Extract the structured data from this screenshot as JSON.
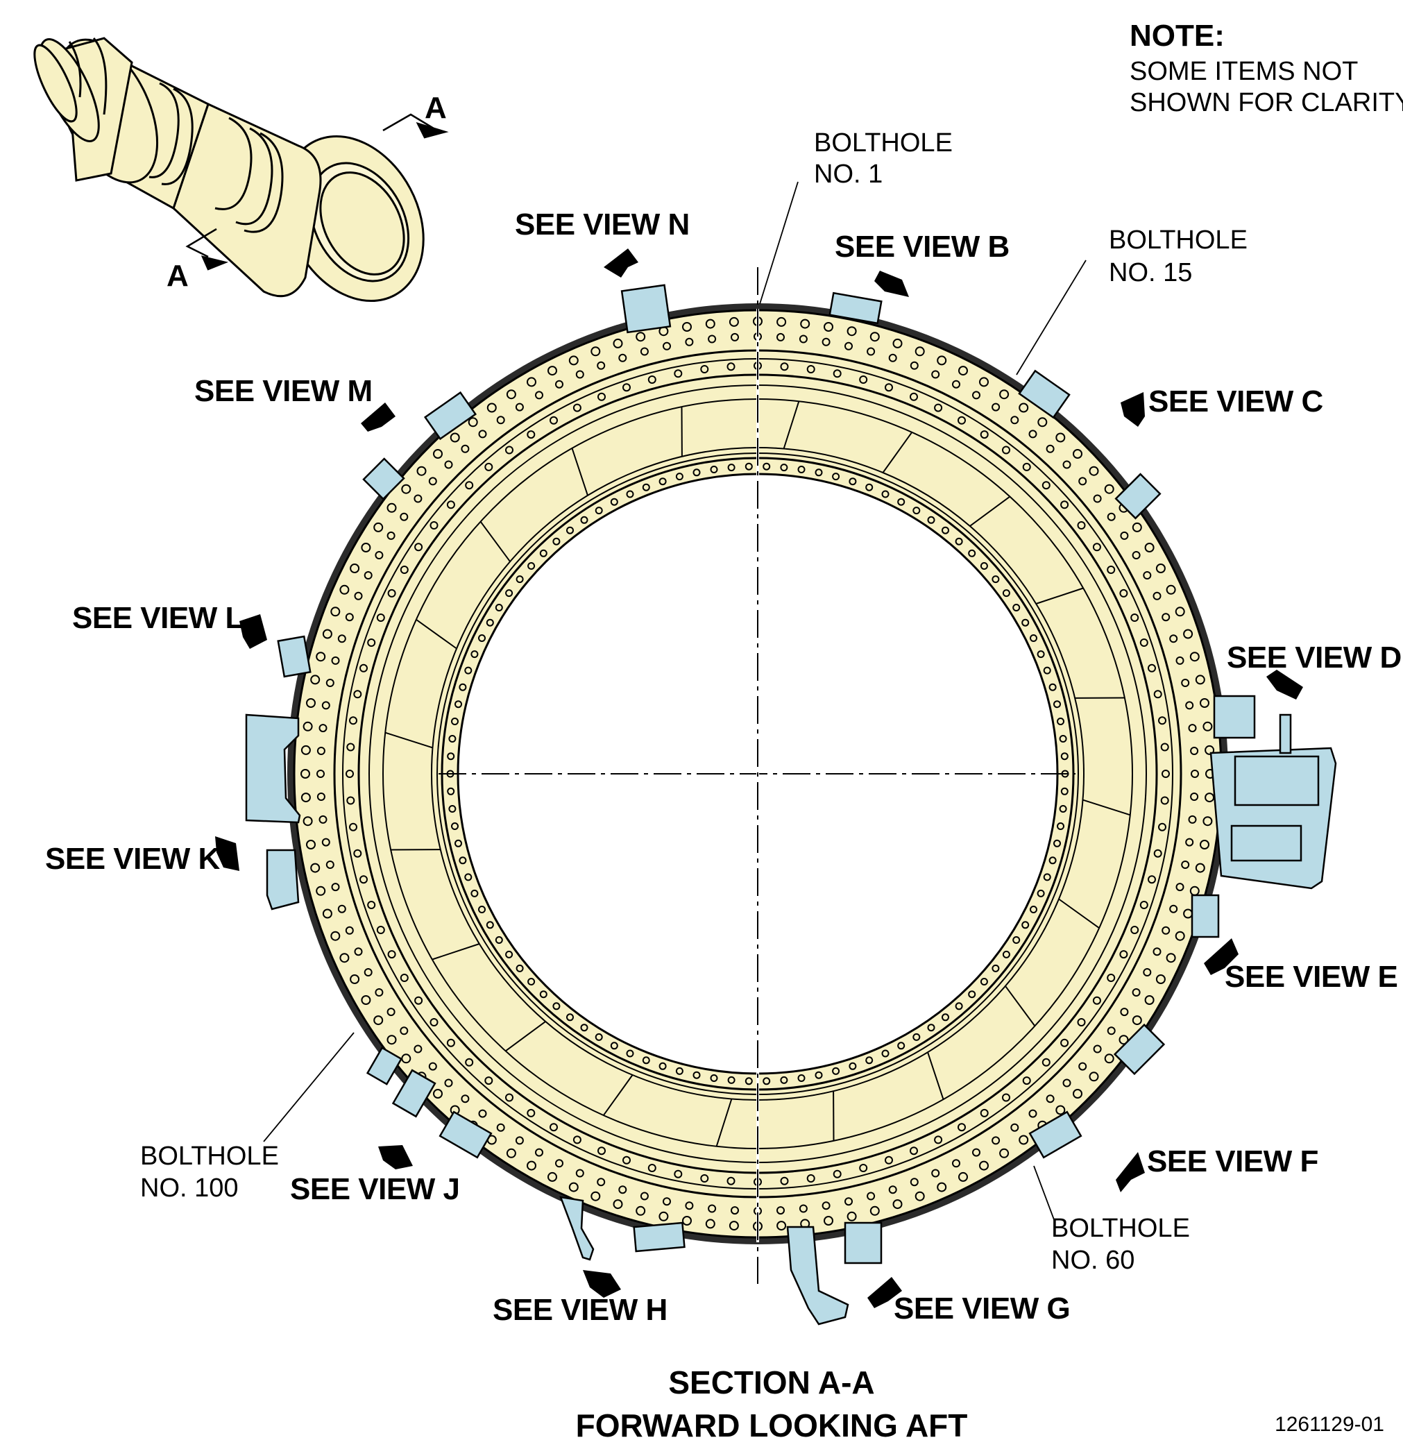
{
  "note": {
    "heading": "NOTE:",
    "line1": "SOME ITEMS NOT",
    "line2": "SHOWN FOR CLARITY."
  },
  "section_markers": {
    "top": "A",
    "bottom": "A"
  },
  "view_callouts": {
    "n": "SEE VIEW N",
    "b": "SEE VIEW B",
    "c": "SEE VIEW C",
    "d": "SEE VIEW D",
    "e": "SEE VIEW E",
    "f": "SEE VIEW F",
    "g": "SEE VIEW G",
    "h": "SEE VIEW H",
    "j": "SEE VIEW J",
    "k": "SEE VIEW K",
    "l": "SEE VIEW L",
    "m": "SEE VIEW M"
  },
  "boltholes": {
    "no1": {
      "line1": "BOLTHOLE",
      "line2": "NO. 1"
    },
    "no15": {
      "line1": "BOLTHOLE",
      "line2": "NO. 15"
    },
    "no60": {
      "line1": "BOLTHOLE",
      "line2": "NO. 60"
    },
    "no100": {
      "line1": "BOLTHOLE",
      "line2": "NO. 100"
    }
  },
  "caption": {
    "line1": "SECTION A-A",
    "line2": "FORWARD LOOKING AFT"
  },
  "figure_number": "1261129-01",
  "colors": {
    "part_fill": "#f7f1c4",
    "bracket_fill": "#b9dbe6",
    "outline": "#000000"
  }
}
